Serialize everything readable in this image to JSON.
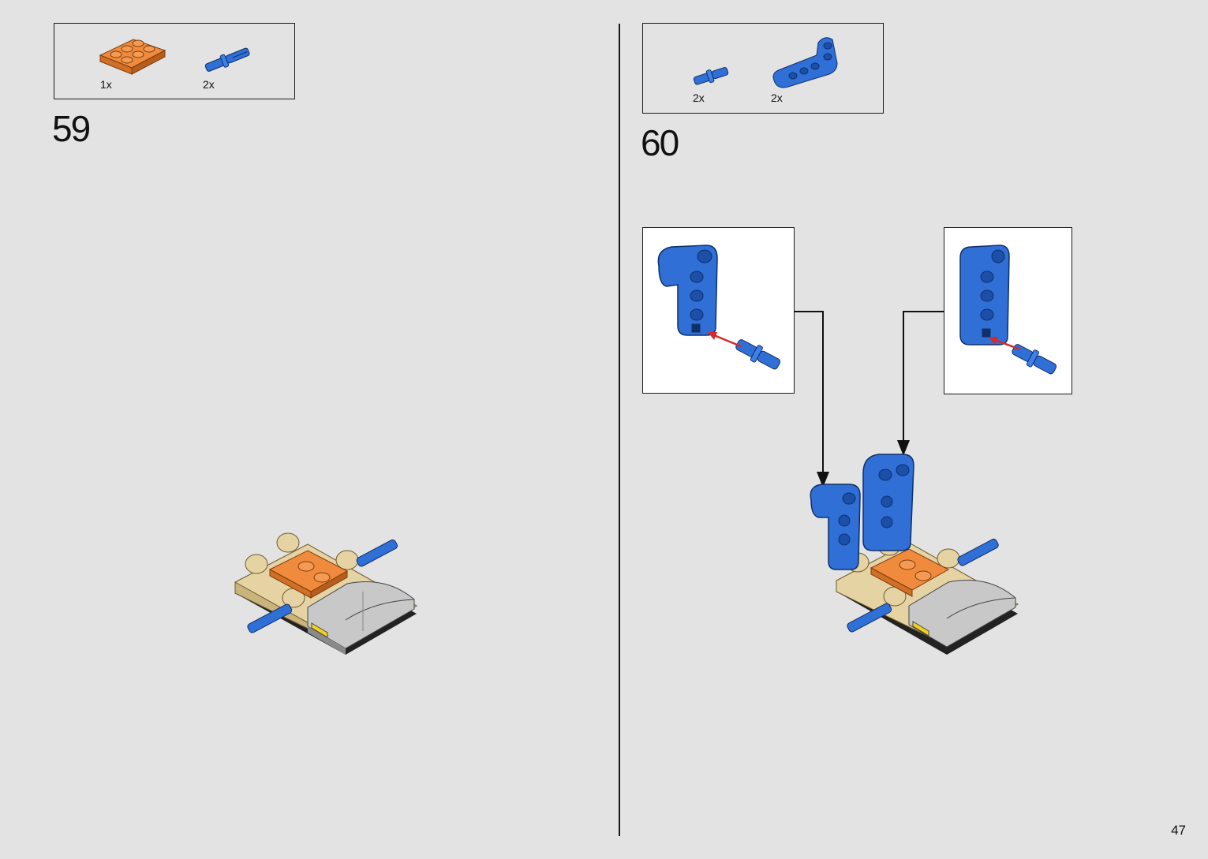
{
  "page": {
    "number": "47"
  },
  "colors": {
    "background": "#e3e3e3",
    "orange": "#f08a3c",
    "blue": "#2f6fd6",
    "tan": "#e6d3a4",
    "gray": "#c8c8c8",
    "arrow_red": "#d42a2a"
  },
  "steps": [
    {
      "number": "59",
      "parts": [
        {
          "icon": "orange-plate-2x3-icon",
          "qty": "1x"
        },
        {
          "icon": "blue-axle-pin-icon",
          "qty": "2x"
        }
      ]
    },
    {
      "number": "60",
      "parts": [
        {
          "icon": "blue-pin-icon",
          "qty": "2x"
        },
        {
          "icon": "blue-l-beam-icon",
          "qty": "2x"
        }
      ]
    }
  ]
}
